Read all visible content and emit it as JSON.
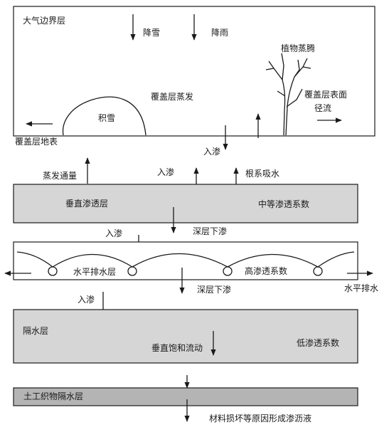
{
  "boxes": {
    "atmosphere": {
      "label": "大气边界层"
    },
    "vertical_layer": {
      "label": "垂直渗透层",
      "coefficient": "中等渗透系数"
    },
    "drainage_layer": {
      "label": "水平排水层",
      "coefficient": "高渗透系数"
    },
    "barrier_layer": {
      "label": "隔水层",
      "coefficient": "低渗透系数",
      "flow": "垂直饱和流动"
    },
    "geotextile_layer": {
      "label": "土工织物隔水层"
    }
  },
  "processes": {
    "snowfall": "降雪",
    "rainfall": "降雨",
    "plant_transpiration": "植物蒸腾",
    "cover_evaporation": "覆盖层蒸发",
    "snowpack": "积雪",
    "surface_runoff": "覆盖层表面\n径流",
    "cover_surface": "覆盖层地表",
    "infiltration": "入渗",
    "evaporation_flux": "蒸发通量",
    "root_uptake": "根系吸水",
    "deep_percolation": "深层下渗",
    "lateral_drainage": "水平排水",
    "leachate": "材料损坏等原因形成渗沥液"
  },
  "colors": {
    "layer_fill": "#d6d6d6",
    "geotextile_fill": "#b4b4b4",
    "stroke": "#1a1a1a",
    "background": "#ffffff"
  }
}
